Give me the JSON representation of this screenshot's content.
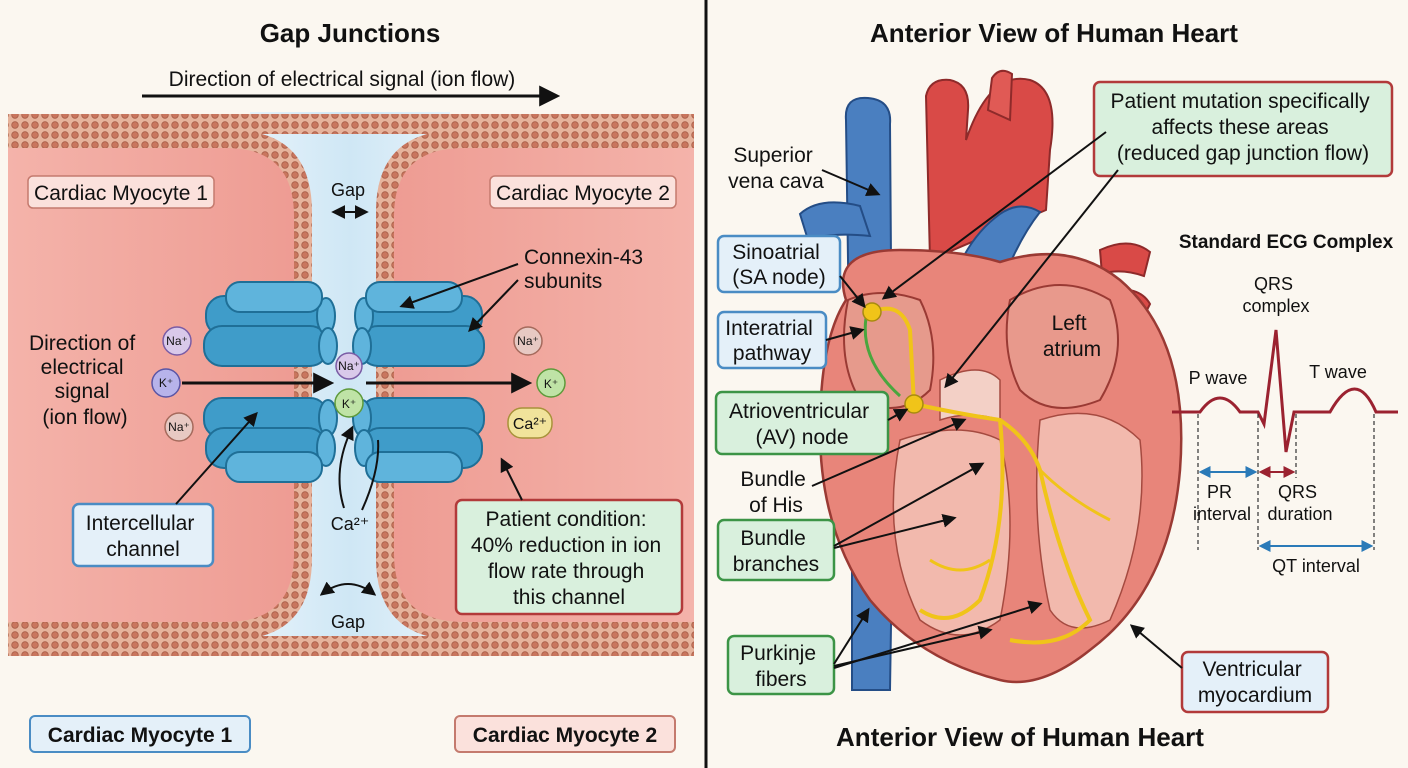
{
  "left": {
    "title": "Gap Junctions",
    "signal_arrow_label": "Direction of electrical signal (ion flow)",
    "myocyte1_label": "Cardiac Myocyte 1",
    "myocyte2_label": "Cardiac Myocyte 2",
    "gap_top": "Gap",
    "gap_bottom": "Gap",
    "connexin_label": [
      "Connexin-43",
      "subunits"
    ],
    "direction_label": [
      "Direction of",
      "electrical",
      "signal",
      "(ion flow)"
    ],
    "ions": {
      "na": "Na⁺",
      "k": "K⁺",
      "ca": "Ca²⁺"
    },
    "intercellular_label": [
      "Intercellular",
      "channel"
    ],
    "patient_condition": [
      "Patient condition:",
      "40% reduction in ion",
      "flow rate through",
      "this channel"
    ],
    "bottom_label_1": "Cardiac Myocyte 1",
    "bottom_label_2": "Cardiac Myocyte 2"
  },
  "right": {
    "title": "Anterior View of Human Heart",
    "bottom_title": "Anterior View of Human Heart",
    "mutation_note": [
      "Patient mutation specifically",
      "affects these areas",
      "(reduced gap junction flow)"
    ],
    "svc_label": [
      "Superior",
      "vena cava"
    ],
    "sa_label": [
      "Sinoatrial",
      "(SA node)"
    ],
    "interatrial_label": [
      "Interatrial",
      "pathway"
    ],
    "av_label": [
      "Atrioventricular",
      "(AV) node"
    ],
    "his_label": [
      "Bundle",
      "of His"
    ],
    "branches_label": [
      "Bundle",
      "branches"
    ],
    "purkinje_label": [
      "Purkinje",
      "fibers"
    ],
    "left_atrium_label": [
      "Left",
      "atrium"
    ],
    "ventricular_label": [
      "Ventricular",
      "myocardium"
    ]
  },
  "ecg": {
    "title": "Standard ECG Complex",
    "qrs_complex": [
      "QRS",
      "complex"
    ],
    "p_wave": "P wave",
    "t_wave": "T wave",
    "pr_interval": [
      "PR",
      "interval"
    ],
    "qrs_duration": [
      "QRS",
      "duration"
    ],
    "qt_interval": "QT interval"
  },
  "colors": {
    "cell": "#f2aaa2",
    "membrane": "#d4836a",
    "channel": "#3f9cc9",
    "blue_box": "#4a8cc4",
    "green_box": "#3c9446",
    "red_box": "#b23a3a",
    "ecg_line": "#9b2230",
    "interval_blue": "#2a7ab8"
  }
}
